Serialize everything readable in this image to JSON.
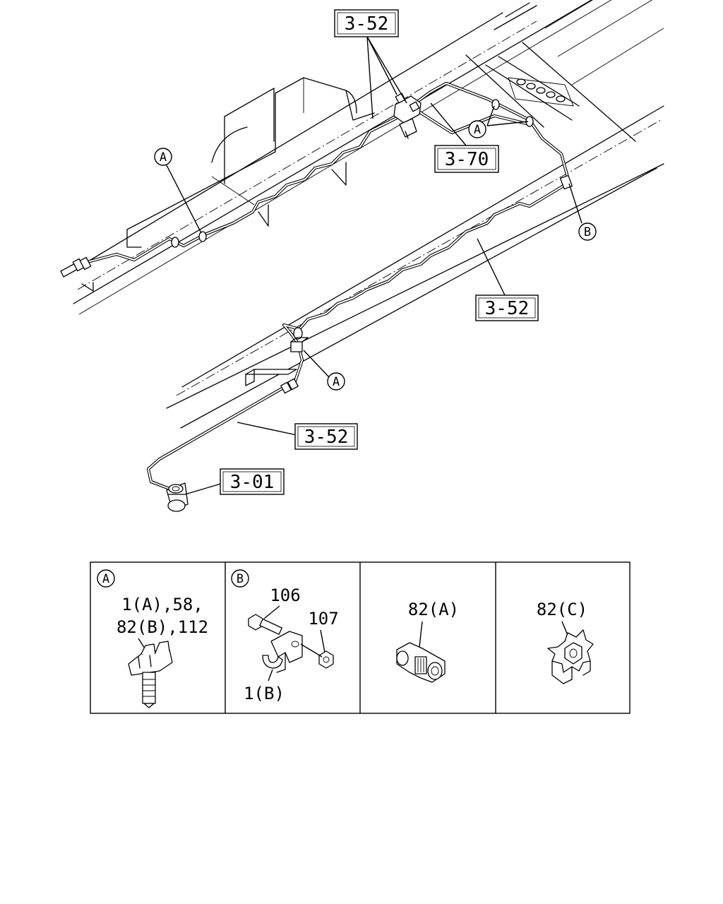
{
  "callouts": {
    "c352_top": "3-52",
    "c370": "3-70",
    "c352_right": "3-52",
    "c352_low": "3-52",
    "c301": "3-01"
  },
  "markers": {
    "a": "A",
    "b": "B"
  },
  "legend": {
    "panel_a": {
      "marker": "A",
      "line1": "1(A),58,",
      "line2": "82(B),112"
    },
    "panel_b": {
      "marker": "B",
      "part_106": "106",
      "part_107": "107",
      "part_1b": "1(B)"
    },
    "panel_c": {
      "label": "82(A)"
    },
    "panel_d": {
      "label": "82(C)"
    }
  }
}
